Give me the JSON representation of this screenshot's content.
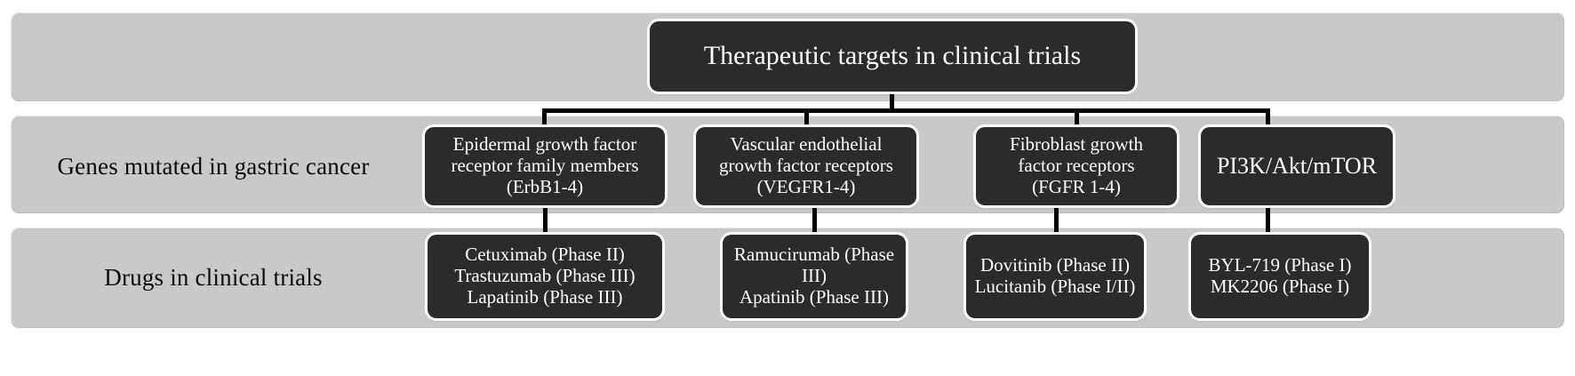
{
  "diagram": {
    "title": "Therapeutic targets in clinical trials",
    "rows": [
      {
        "label": "Genes mutated  in gastric cancer"
      },
      {
        "label": "Drugs in clinical trials"
      }
    ],
    "genes": [
      {
        "name": "egfr-family",
        "lines": [
          "Epidermal  growth factor",
          "receptor family members",
          "(ErbB1-4)"
        ]
      },
      {
        "name": "vegfr-family",
        "lines": [
          "Vascular endothelial",
          "growth factor receptors",
          "(VEGFR1-4)"
        ]
      },
      {
        "name": "fgfr-family",
        "lines": [
          "Fibroblast growth",
          "factor receptors",
          "(FGFR 1-4)"
        ]
      },
      {
        "name": "pi3k-akt-mtor",
        "lines": [
          "PI3K/Akt/mTOR"
        ]
      }
    ],
    "drugs": [
      {
        "name": "egfr-drugs",
        "lines": [
          "Cetuximab  (Phase II)",
          "Trastuzumab (Phase III)",
          "Lapatinib (Phase III)"
        ]
      },
      {
        "name": "vegfr-drugs",
        "lines": [
          "Ramucirumab (Phase",
          "III)",
          "Apatinib (Phase III)"
        ]
      },
      {
        "name": "fgfr-drugs",
        "lines": [
          "Dovitinib (Phase II)",
          "Lucitanib (Phase I/II)"
        ]
      },
      {
        "name": "pi3k-drugs",
        "lines": [
          "BYL-719  (Phase I)",
          "MK2206 (Phase I)"
        ]
      }
    ],
    "colors": {
      "band": "#c9c9c9",
      "node": "#2b2b2b",
      "node_text": "#ffffff",
      "connector": "#000000",
      "page": "#ffffff"
    }
  }
}
